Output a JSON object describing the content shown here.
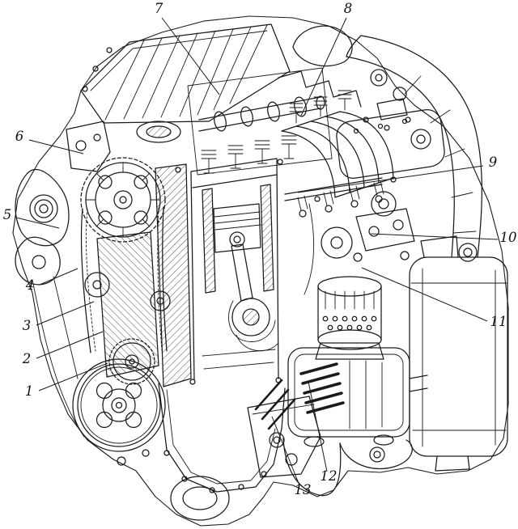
{
  "figure": {
    "kind": "engine-cutaway-line-drawing",
    "background_color": "#ffffff",
    "ink_color": "#1a1a1a",
    "callouts": [
      {
        "label": "1"
      },
      {
        "label": "2"
      },
      {
        "label": "3"
      },
      {
        "label": "4"
      },
      {
        "label": "5"
      },
      {
        "label": "6"
      },
      {
        "label": "7"
      },
      {
        "label": "8"
      },
      {
        "label": "9"
      },
      {
        "label": "10"
      },
      {
        "label": "11"
      },
      {
        "label": "12"
      },
      {
        "label": "13"
      }
    ]
  }
}
